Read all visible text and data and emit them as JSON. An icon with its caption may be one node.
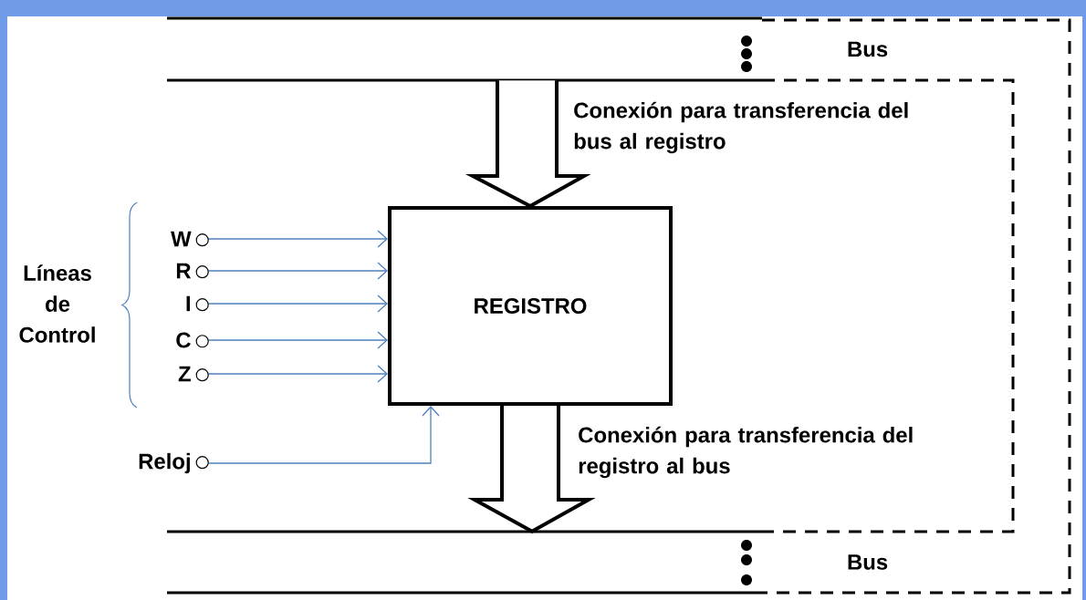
{
  "diagram": {
    "nodes": [
      {
        "text": [
          "REGISTRO"
        ]
      },
      {
        "text": [
          "W"
        ]
      },
      {
        "text": [
          "R"
        ]
      },
      {
        "text": [
          "I"
        ]
      },
      {
        "text": [
          "C"
        ]
      },
      {
        "text": [
          "Z"
        ]
      },
      {
        "text": [
          "Reloj"
        ]
      },
      {
        "text": [
          "Bus"
        ]
      },
      {
        "text": [
          "Bus"
        ]
      }
    ],
    "edges": [
      {
        "from": 1,
        "to": 0,
        "arrow": "to"
      },
      {
        "from": 2,
        "to": 0,
        "arrow": "to"
      },
      {
        "from": 3,
        "to": 0,
        "arrow": "to"
      },
      {
        "from": 4,
        "to": 0,
        "arrow": "to"
      },
      {
        "from": 5,
        "to": 0,
        "arrow": "to"
      },
      {
        "from": 6,
        "to": 0,
        "arrow": "to"
      },
      {
        "from": 7,
        "to": 0,
        "arrow": "to",
        "label": "Conexión para transferencia del bus al registro",
        "style": "thick",
        "color": "#000000"
      },
      {
        "from": 0,
        "to": 8,
        "arrow": "to",
        "label": "Conexión para transferencia del registro al bus",
        "style": "thick",
        "color": "#000000"
      }
    ],
    "labels": [
      "Líneas de Control"
    ]
  }
}
